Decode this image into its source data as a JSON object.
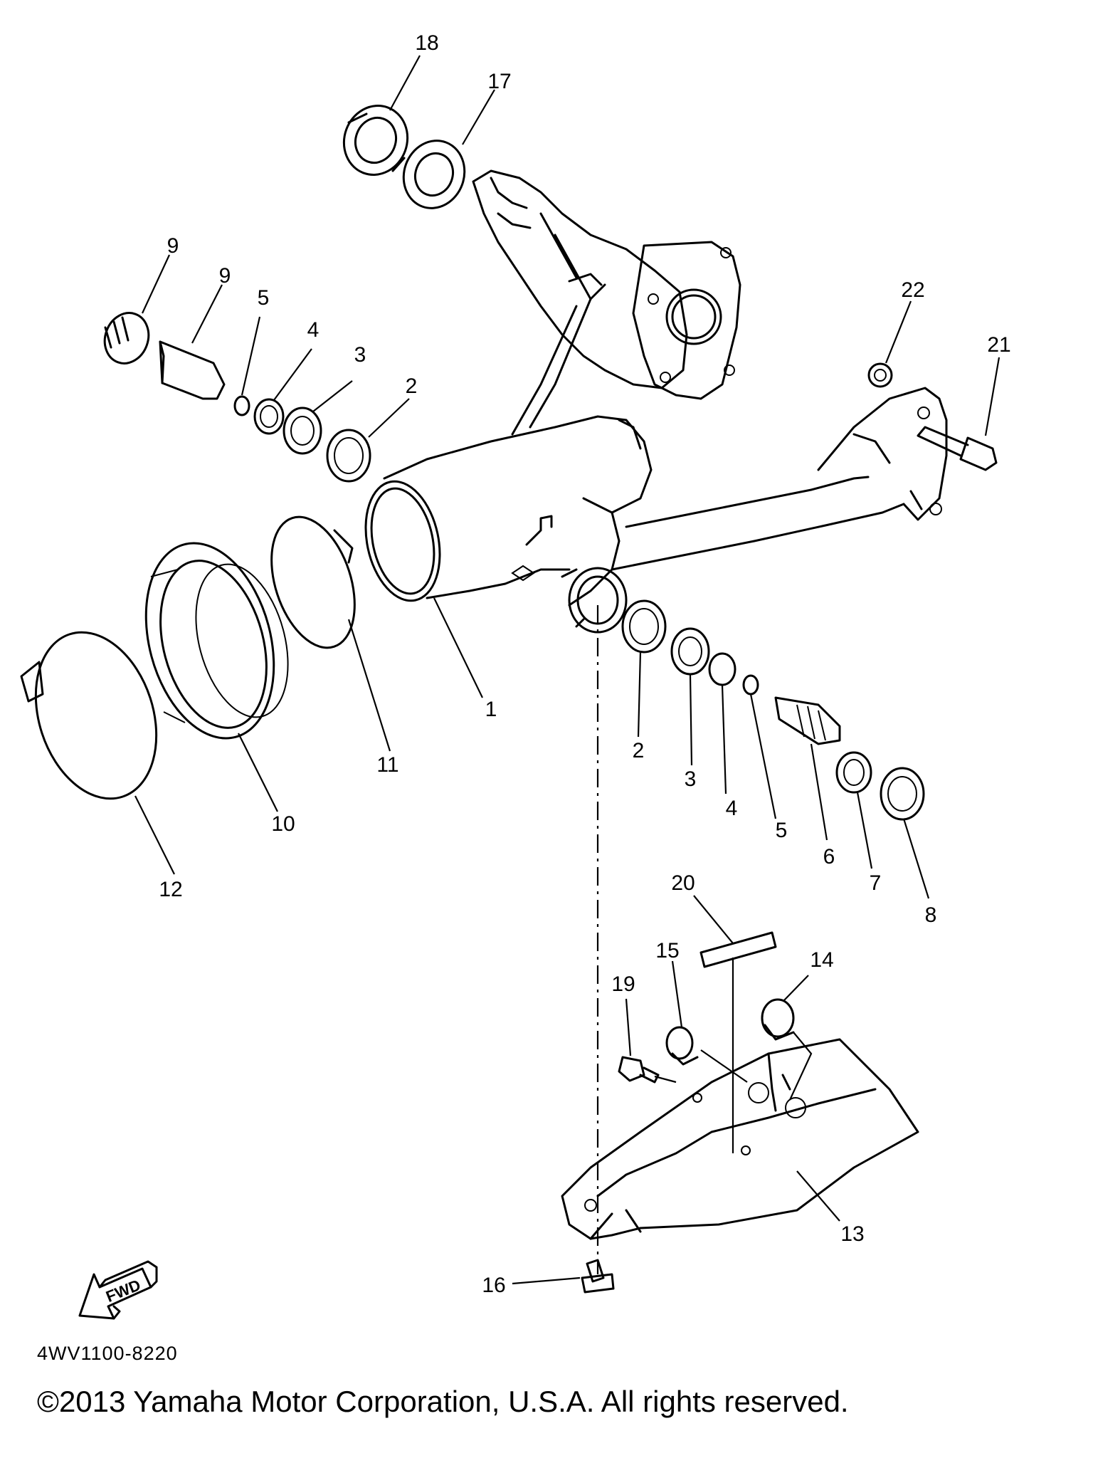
{
  "diagram": {
    "part_code": "4WV1100-8220",
    "copyright": "©2013 Yamaha Motor Corporation, U.S.A. All rights reserved.",
    "fwd_label": "FWD",
    "callouts": [
      "1",
      "2",
      "2",
      "3",
      "3",
      "4",
      "4",
      "5",
      "5",
      "6",
      "7",
      "8",
      "9",
      "9",
      "10",
      "11",
      "12",
      "13",
      "14",
      "15",
      "16",
      "17",
      "18",
      "19",
      "20",
      "21",
      "22"
    ]
  }
}
